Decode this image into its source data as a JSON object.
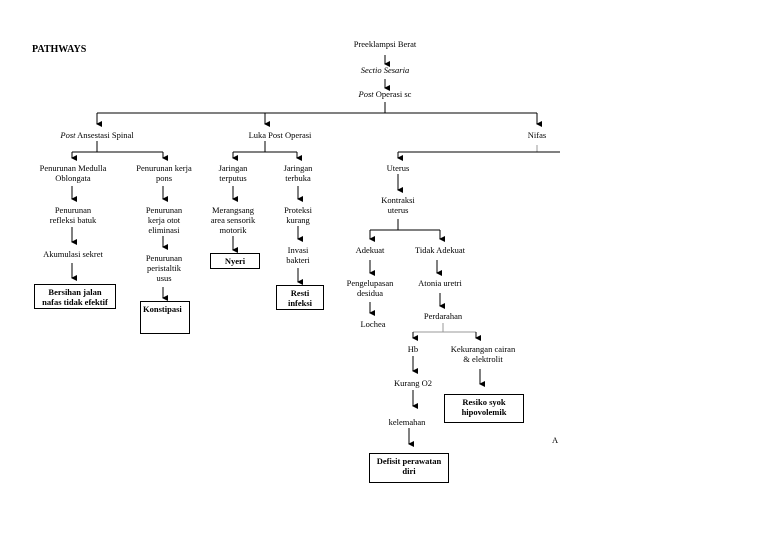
{
  "title": "PATHWAYS",
  "marker": "A",
  "root": {
    "n1": "Preeklampsi Berat",
    "n2": "Sectio Sesaria",
    "n3_italic": "Post",
    "n3_rest": " Operasi sc"
  },
  "branches": {
    "spinal_italic": "Post",
    "spinal_rest": " Ansestasi Spinal",
    "luka": "Luka Post Operasi",
    "nifas": "Nifas"
  },
  "spinal": {
    "medulla": [
      "Penurunan Medulla",
      "Oblongata"
    ],
    "refleksi": [
      "Penurunan",
      "refleksi batuk"
    ],
    "sekret": "Akumulasi sekret",
    "bersihan": [
      "Bersihan jalan",
      "nafas tidak efektif"
    ],
    "pons": [
      "Penurunan kerja",
      "pons"
    ],
    "otot": [
      "Penurunan",
      "kerja otot",
      "eliminasi"
    ],
    "peristaltik": [
      "Penurunan",
      "peristaltik",
      "usus"
    ],
    "konstipasi": "Konstipasi"
  },
  "luka": {
    "terputus": [
      "Jaringan",
      "terputus"
    ],
    "sensorik": [
      "Merangsang",
      "area sensorik",
      "motorik"
    ],
    "nyeri": "Nyeri",
    "terbuka": [
      "Jaringan",
      "terbuka"
    ],
    "proteksi": [
      "Proteksi",
      "kurang"
    ],
    "invasi": [
      "Invasi",
      "bakteri"
    ],
    "resti": [
      "Resti",
      "infeksi"
    ]
  },
  "nifas": {
    "uterus": "Uterus",
    "kontraksi": [
      "Kontraksi",
      "uterus"
    ],
    "adekuat": "Adekuat",
    "tidak_adekuat": "Tidak Adekuat",
    "desidua": [
      "Pengelupasan",
      "desidua"
    ],
    "lochea": "Lochea",
    "atonia": "Atonia uretri",
    "perdarahan": "Perdarahan",
    "hb": "Hb",
    "kurang_o2": "Kurang O2",
    "kelemahan": "kelemahan",
    "defisit": [
      "Defisit perawatan",
      "diri"
    ],
    "cairan": [
      "Kekurangan cairan",
      "& elektrolit"
    ],
    "syok": [
      "Resiko syok",
      "hipovolemik"
    ]
  },
  "colors": {
    "line": "#000000",
    "faint_line": "#999999"
  }
}
